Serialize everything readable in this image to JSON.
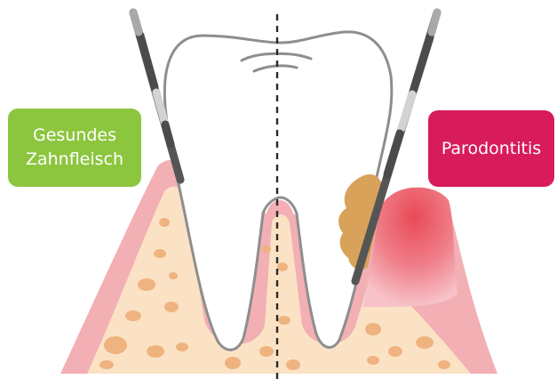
{
  "labels": {
    "healthy_line1": "Gesundes",
    "healthy_line2": "Zahnfleisch",
    "disease": "Parodontitis"
  },
  "colors": {
    "healthy_badge": "#8cc63f",
    "disease_badge": "#d81b5a",
    "gum_outer": "#f2b0b4",
    "gum_inner": "#f07b86",
    "bone": "#fbe3c6",
    "bone_spot": "#eeb27f",
    "tartar": "#d6a15a",
    "inflamed_gum": "#e84f5c",
    "tooth_outline": "#8d8d8d",
    "probe_dark": "#4a4a4a",
    "probe_light": "#cfcfcf"
  },
  "icons": {
    "left_probe": "periodontal-probe-icon",
    "right_probe": "periodontal-probe-icon"
  }
}
